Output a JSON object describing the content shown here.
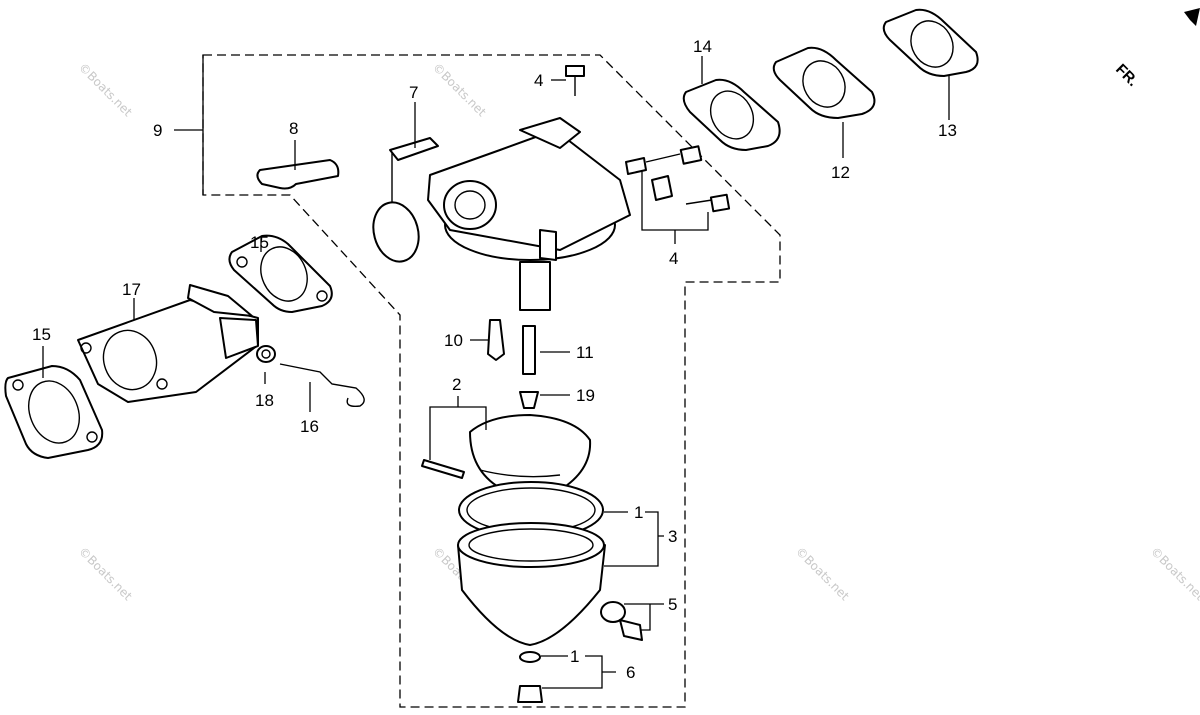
{
  "diagram": {
    "callouts": {
      "c1a": "1",
      "c1b": "1",
      "c2": "2",
      "c3": "3",
      "c4a": "4",
      "c4b": "4",
      "c5": "5",
      "c6": "6",
      "c7": "7",
      "c8": "8",
      "c9": "9",
      "c10": "10",
      "c11": "11",
      "c12": "12",
      "c13": "13",
      "c14": "14",
      "c15a": "15",
      "c15b": "15",
      "c16": "16",
      "c17": "17",
      "c18": "18",
      "c19": "19"
    },
    "front_marker": "FR.",
    "watermark": "©Boats.net"
  }
}
